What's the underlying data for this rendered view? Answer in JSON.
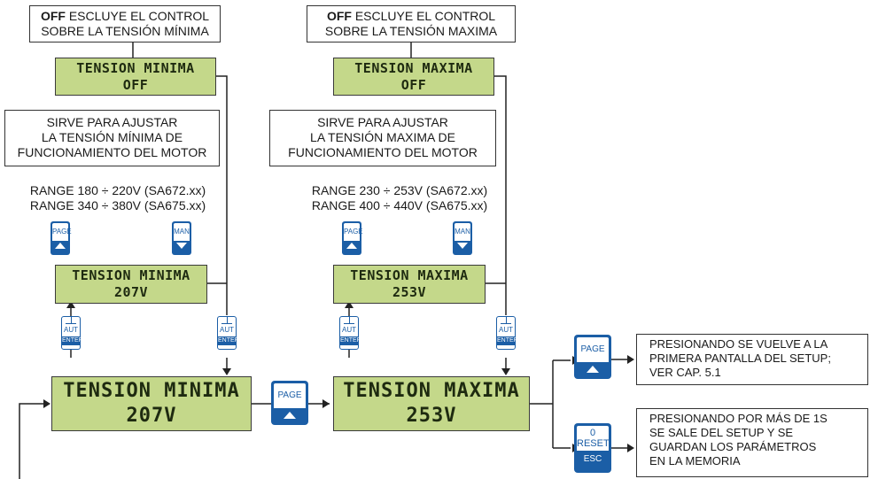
{
  "left": {
    "note_top_bold": "OFF",
    "note_top_rest": " ESCLUYE EL CONTROL",
    "note_top_line2": "SOBRE LA TENSIÓN MÍNIMA",
    "lcd1_line1": "TENSION MINIMA",
    "lcd1_line2": "OFF",
    "note_mid_line1": "SIRVE PARA AJUSTAR",
    "note_mid_line2": "LA  TENSIÓN MÍNIMA DE",
    "note_mid_line3": "FUNCIONAMIENTO DEL MOTOR",
    "range1": "RANGE 180 ÷ 220V (SA672.xx)",
    "range2": "RANGE 340 ÷ 380V (SA675.xx)",
    "lcd2_line1": "TENSION MINIMA",
    "lcd2_line2": "207V",
    "lcd3_line1": "TENSION MINIMA",
    "lcd3_line2": "207V"
  },
  "right": {
    "note_top_bold": "OFF",
    "note_top_rest": " ESCLUYE EL CONTROL",
    "note_top_line2": "SOBRE LA TENSIÓN MAXIMA",
    "lcd1_line1": "TENSION MAXIMA",
    "lcd1_line2": "OFF",
    "note_mid_line1": "SIRVE PARA AJUSTAR",
    "note_mid_line2": "LA  TENSIÓN MAXIMA DE",
    "note_mid_line3": "FUNCIONAMIENTO DEL MOTOR",
    "range1": "RANGE 230 ÷ 253V (SA672.xx)",
    "range2": "RANGE 400 ÷ 440V (SA675.xx)",
    "lcd2_line1": "TENSION MAXIMA",
    "lcd2_line2": "253V",
    "lcd3_line1": "TENSION MAXIMA",
    "lcd3_line2": "253V"
  },
  "buttons": {
    "page": "PAGE",
    "man": "MAN",
    "aut_top": "I",
    "aut": "AUT",
    "enter": "ENTER",
    "reset_top": "0",
    "reset": "RESET",
    "esc": "ESC"
  },
  "info_page": {
    "line1": "PRESIONANDO SE VUELVE A LA",
    "line2": "PRIMERA PANTALLA DEL SETUP;",
    "line3": "VER CAP. 5.1"
  },
  "info_reset": {
    "line1": "PRESIONANDO POR MÁS DE 1S",
    "line2": "SE SALE DEL SETUP Y SE",
    "line3": "GUARDAN LOS PARÁMETROS",
    "line4": "EN LA MEMORIA"
  },
  "colors": {
    "lcd": "#c4d88a",
    "button": "#1b5ea6"
  }
}
